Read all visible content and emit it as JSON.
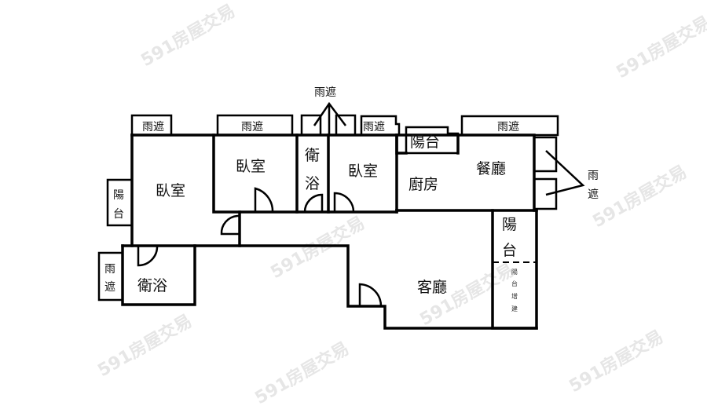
{
  "watermark": "591房屋交易",
  "rooms": {
    "bedroom_left": "臥室",
    "bedroom_middle": "臥室",
    "bedroom_right": "臥室",
    "bathroom_middle": [
      "衛",
      "浴"
    ],
    "bathroom_bottom": "衛浴",
    "kitchen": "廚房",
    "dining": "餐廳",
    "living": "客廳",
    "balcony_left": [
      "陽",
      "台"
    ],
    "balcony_top": "陽台",
    "balcony_right": [
      "陽",
      "台"
    ],
    "balcony_extension": [
      "陽",
      "台",
      "增",
      "建"
    ]
  },
  "awnings": {
    "label": "雨遮",
    "top_left": "雨遮",
    "top_middle": "雨遮",
    "top_pointer": "雨遮",
    "top_small": "雨遮",
    "top_dining": "雨遮",
    "right_pointer": [
      "雨",
      "遮"
    ],
    "left_bottom": [
      "雨",
      "遮"
    ]
  }
}
